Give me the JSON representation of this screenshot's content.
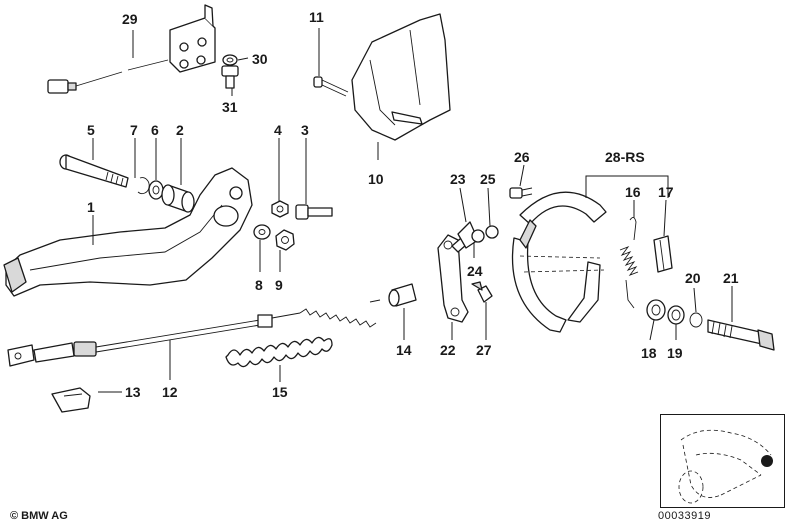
{
  "callouts": {
    "p1": "1",
    "p2": "2",
    "p3": "3",
    "p4": "4",
    "p5": "5",
    "p6": "6",
    "p7": "7",
    "p8": "8",
    "p9": "9",
    "p10": "10",
    "p11": "11",
    "p12": "12",
    "p13": "13",
    "p14": "14",
    "p15": "15",
    "p16": "16",
    "p17": "17",
    "p18": "18",
    "p19": "19",
    "p20": "20",
    "p21": "21",
    "p22": "22",
    "p23": "23",
    "p24": "24",
    "p25": "25",
    "p26": "26",
    "p27": "27",
    "p28": "28-RS",
    "p29": "29",
    "p30": "30",
    "p31": "31"
  },
  "footer": {
    "copyright": "© BMW AG",
    "doc_number": "00033919"
  },
  "colors": {
    "line": "#1a1a1a",
    "fill": "#ffffff",
    "shade": "#d9d9d9"
  },
  "icons": {
    "thumbnail": "motorcycle-silhouette-icon"
  }
}
